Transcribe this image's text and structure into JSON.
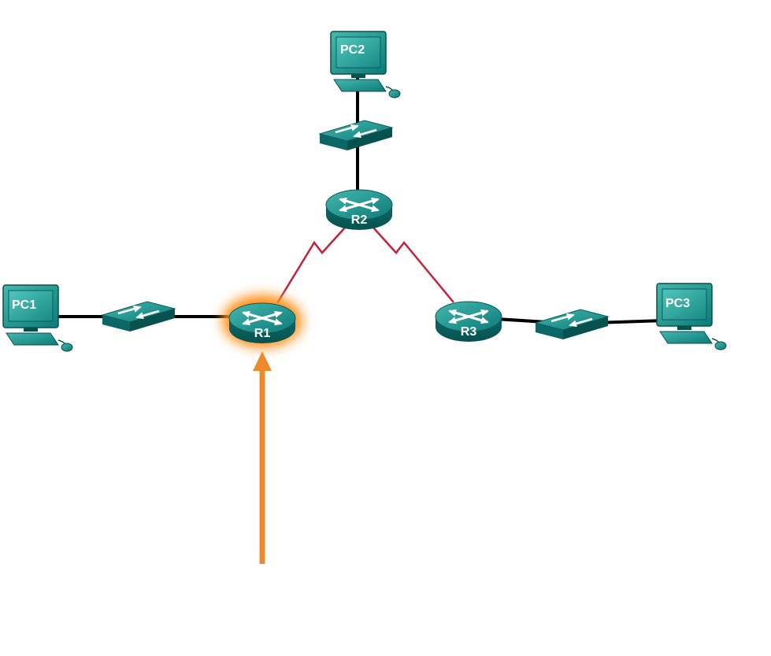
{
  "diagram": {
    "type": "network-topology",
    "colors": {
      "device_teal": "#0e7c7b",
      "ethernet_link": "#000000",
      "serial_link": "#c3223b",
      "highlight_glow": "#ff8c14",
      "annotation_arrow": "#ee8a2d",
      "label_text": "#ffffff"
    },
    "devices": {
      "pc1": {
        "label": "PC1",
        "type": "pc",
        "icon": "pc-icon"
      },
      "pc2": {
        "label": "PC2",
        "type": "pc",
        "icon": "pc-icon"
      },
      "pc3": {
        "label": "PC3",
        "type": "pc",
        "icon": "pc-icon"
      },
      "switch1": {
        "label": "",
        "type": "switch",
        "icon": "switch-icon"
      },
      "switch2": {
        "label": "",
        "type": "switch",
        "icon": "switch-icon"
      },
      "switch3": {
        "label": "",
        "type": "switch",
        "icon": "switch-icon"
      },
      "r1": {
        "label": "R1",
        "type": "router",
        "icon": "router-icon",
        "highlighted": true
      },
      "r2": {
        "label": "R2",
        "type": "router",
        "icon": "router-icon",
        "highlighted": false
      },
      "r3": {
        "label": "R3",
        "type": "router",
        "icon": "router-icon",
        "highlighted": false
      }
    },
    "links": [
      {
        "from": "pc2",
        "to": "switch2",
        "type": "ethernet"
      },
      {
        "from": "switch2",
        "to": "r2",
        "type": "ethernet"
      },
      {
        "from": "r2",
        "to": "r1",
        "type": "serial"
      },
      {
        "from": "r2",
        "to": "r3",
        "type": "serial"
      },
      {
        "from": "pc1",
        "to": "switch1",
        "type": "ethernet"
      },
      {
        "from": "switch1",
        "to": "r1",
        "type": "ethernet"
      },
      {
        "from": "r3",
        "to": "switch3",
        "type": "ethernet"
      },
      {
        "from": "switch3",
        "to": "pc3",
        "type": "ethernet"
      }
    ],
    "annotation": {
      "type": "arrow",
      "points_to": "R1",
      "direction": "up",
      "color": "#ee8a2d"
    }
  }
}
